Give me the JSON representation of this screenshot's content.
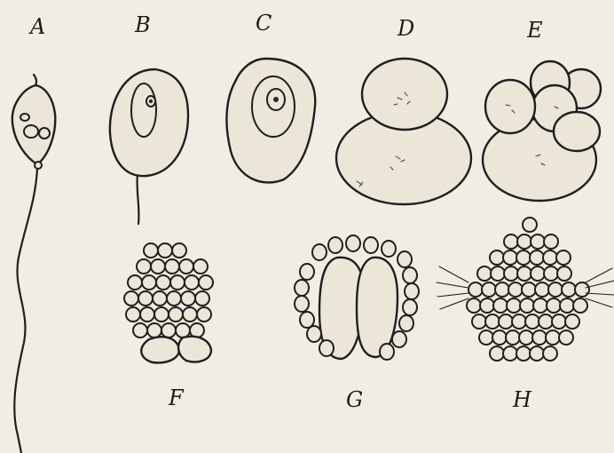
{
  "figure": {
    "labels": [
      "A",
      "B",
      "C",
      "D",
      "E",
      "F",
      "G",
      "H"
    ],
    "colors": {
      "ink": "#1f1f1f",
      "paper": "#f1ede2",
      "cell_fill": "#ebe6d8"
    }
  }
}
